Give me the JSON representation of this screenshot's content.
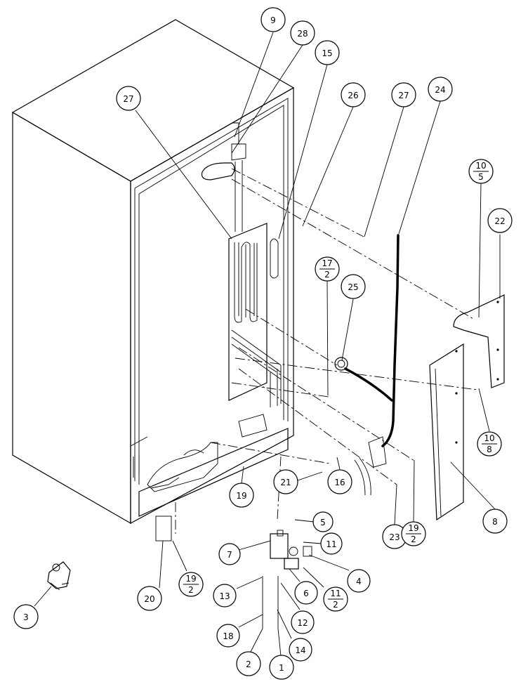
{
  "callouts": [
    {
      "id": "c9",
      "top": "9"
    },
    {
      "id": "c28",
      "top": "28"
    },
    {
      "id": "c15",
      "top": "15"
    },
    {
      "id": "c26",
      "top": "26"
    },
    {
      "id": "c27a",
      "top": "27"
    },
    {
      "id": "c27b",
      "top": "27"
    },
    {
      "id": "c24",
      "top": "24"
    },
    {
      "id": "c10-5",
      "top": "10",
      "bottom": "5"
    },
    {
      "id": "c22",
      "top": "22"
    },
    {
      "id": "c17-2",
      "top": "17",
      "bottom": "2"
    },
    {
      "id": "c25",
      "top": "25"
    },
    {
      "id": "c10-8",
      "top": "10",
      "bottom": "8"
    },
    {
      "id": "c21",
      "top": "21"
    },
    {
      "id": "c16",
      "top": "16"
    },
    {
      "id": "c19a",
      "top": "19"
    },
    {
      "id": "c5",
      "top": "5"
    },
    {
      "id": "c23",
      "top": "23"
    },
    {
      "id": "c19-2a",
      "top": "19",
      "bottom": "2"
    },
    {
      "id": "c8",
      "top": "8"
    },
    {
      "id": "c7",
      "top": "7"
    },
    {
      "id": "c11",
      "top": "11"
    },
    {
      "id": "c4",
      "top": "4"
    },
    {
      "id": "c6",
      "top": "6"
    },
    {
      "id": "c11-2",
      "top": "11",
      "bottom": "2"
    },
    {
      "id": "c20",
      "top": "20"
    },
    {
      "id": "c19-2b",
      "top": "19",
      "bottom": "2"
    },
    {
      "id": "c13",
      "top": "13"
    },
    {
      "id": "c12",
      "top": "12"
    },
    {
      "id": "c3",
      "top": "3"
    },
    {
      "id": "c18",
      "top": "18"
    },
    {
      "id": "c14",
      "top": "14"
    },
    {
      "id": "c2",
      "top": "2"
    },
    {
      "id": "c1",
      "top": "1"
    }
  ]
}
